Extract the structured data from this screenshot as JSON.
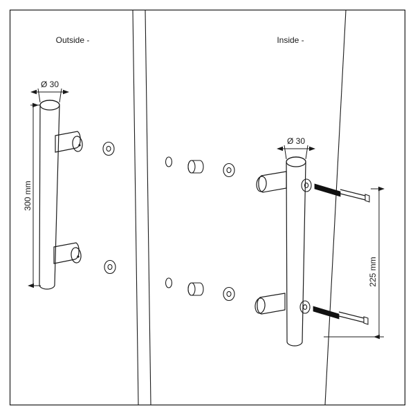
{
  "diagram": {
    "title_left": "Outside -",
    "title_right": "Inside -",
    "labels": {
      "diameter_left": "Ø 30",
      "diameter_right": "Ø 30",
      "length_left": "300 mm",
      "centers_right": "225 mm"
    },
    "colors": {
      "stroke": "#1a1a1a",
      "background": "#ffffff",
      "fill_light": "#ffffff",
      "bolt_dark": "#111111"
    },
    "parts": {
      "outside_handle": "pull-handle-outside",
      "inside_handle": "pull-handle-inside",
      "washers": "washer-rings",
      "spacers": "spacer-sleeves",
      "bolts": "through-bolts"
    }
  }
}
